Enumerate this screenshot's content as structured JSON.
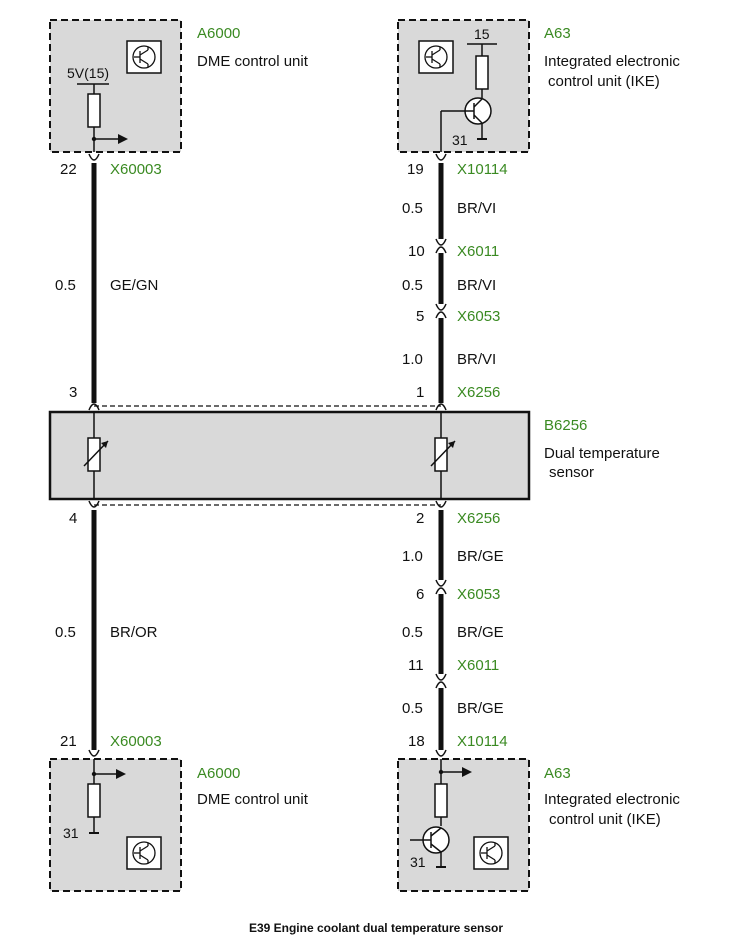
{
  "colors": {
    "component_id": "#3a8a22",
    "box_fill": "#d9d9d9",
    "wire": "#111111"
  },
  "top_left": {
    "id": "A6000",
    "name": "DME control unit",
    "supply": "5V(15)",
    "pin": "22",
    "connector": "X60003"
  },
  "top_right": {
    "id": "A63",
    "name_line1": "Integrated electronic",
    "name_line2": "control unit (IKE)",
    "supply": "15",
    "ground": "31",
    "pin": "19",
    "connector": "X10114"
  },
  "left_wire_upper": {
    "gauge": "0.5",
    "color": "GE/GN"
  },
  "right_upper_segments": [
    {
      "gauge": "0.5",
      "color": "BR/VI"
    },
    {
      "gauge": "0.5",
      "color": "BR/VI"
    },
    {
      "gauge": "1.0",
      "color": "BR/VI"
    }
  ],
  "right_upper_connectors": [
    {
      "pin": "10",
      "connector": "X6011"
    },
    {
      "pin": "5",
      "connector": "X6053"
    },
    {
      "pin": "1",
      "connector": "X6256"
    }
  ],
  "sensor": {
    "id": "B6256",
    "name_line1": "Dual temperature",
    "name_line2": "sensor",
    "left_top_pin": "3",
    "left_bottom_pin": "4",
    "right_bottom_pin": "2",
    "bottom_connector": "X6256"
  },
  "left_wire_lower": {
    "gauge": "0.5",
    "color": "BR/OR"
  },
  "right_lower_segments": [
    {
      "gauge": "1.0",
      "color": "BR/GE"
    },
    {
      "gauge": "0.5",
      "color": "BR/GE"
    },
    {
      "gauge": "0.5",
      "color": "BR/GE"
    }
  ],
  "right_lower_connectors": [
    {
      "pin": "6",
      "connector": "X6053"
    },
    {
      "pin": "11",
      "connector": "X6011"
    },
    {
      "pin": "18",
      "connector": "X10114"
    }
  ],
  "bottom_left": {
    "id": "A6000",
    "name": "DME control unit",
    "ground": "31",
    "pin": "21",
    "connector": "X60003"
  },
  "bottom_right": {
    "id": "A63",
    "name_line1": "Integrated electronic",
    "name_line2": "control unit (IKE)",
    "ground": "31"
  },
  "caption": "E39 Engine coolant dual temperature sensor"
}
